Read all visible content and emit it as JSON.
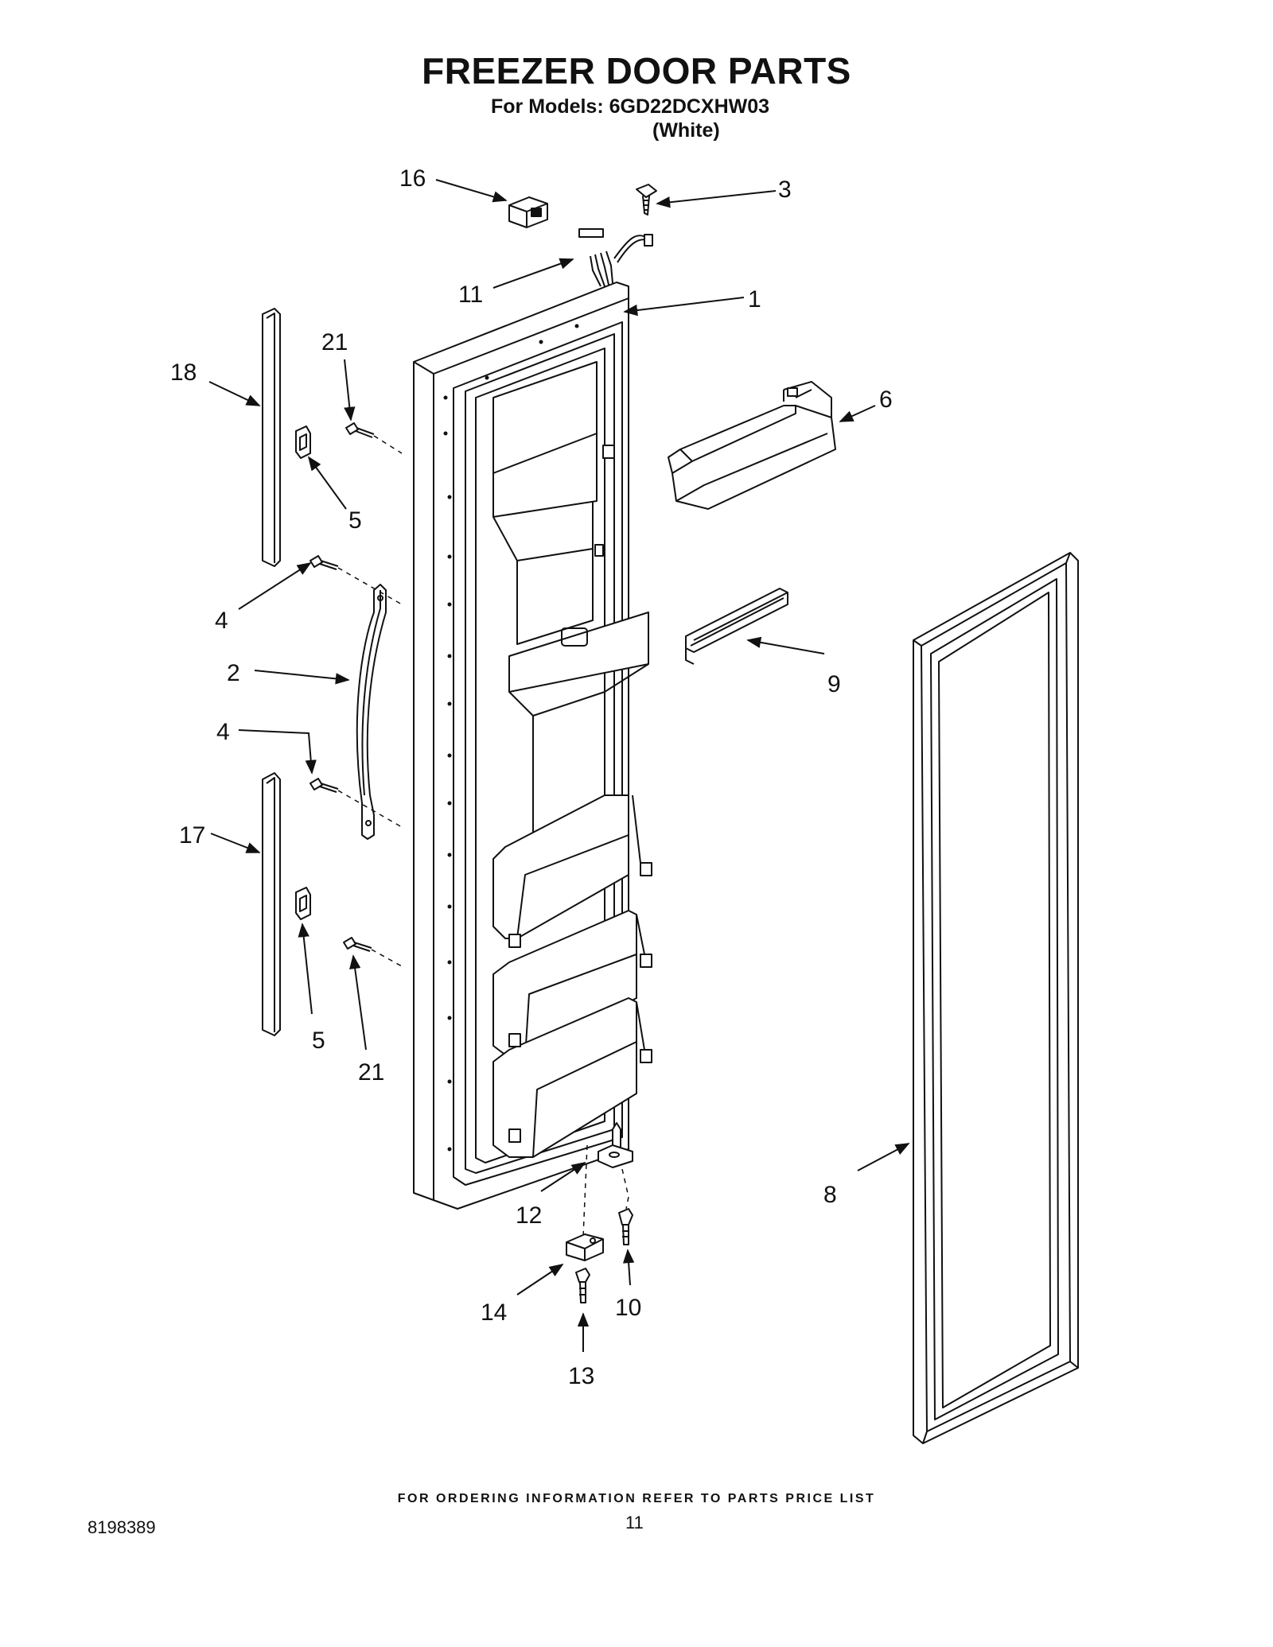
{
  "header": {
    "title": "FREEZER DOOR PARTS",
    "models_line": "For Models: 6GD22DCXHW03",
    "color_line": "(White)"
  },
  "callouts": [
    "16",
    "3",
    "11",
    "1",
    "21",
    "18",
    "6",
    "5",
    "4",
    "9",
    "2",
    "4",
    "17",
    "5",
    "21",
    "8",
    "12",
    "14",
    "10",
    "13"
  ],
  "footer": {
    "ordering_note": "FOR ORDERING INFORMATION REFER TO PARTS PRICE LIST",
    "document_number": "8198389",
    "page_number": "11"
  }
}
